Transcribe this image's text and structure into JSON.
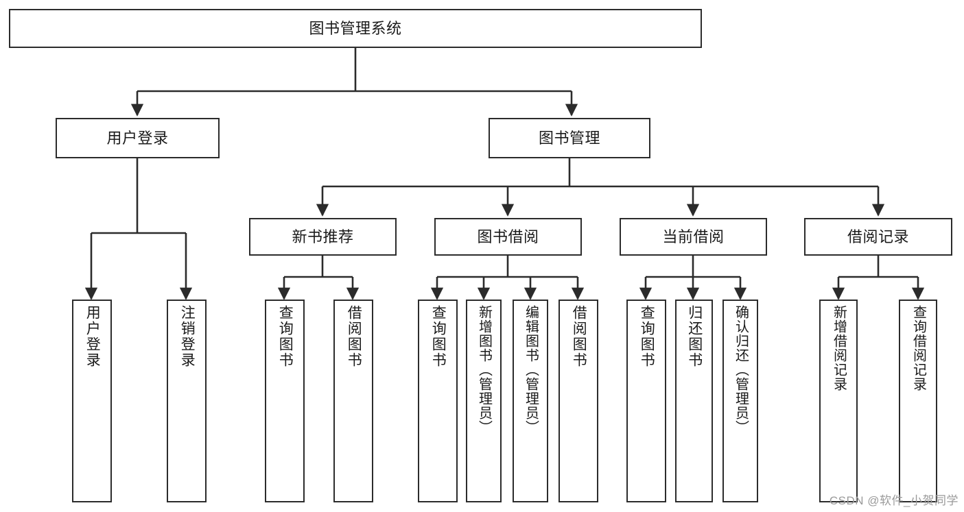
{
  "diagram": {
    "type": "tree",
    "orientation": "top-down",
    "root": {
      "label": "图书管理系统"
    },
    "level1": [
      {
        "label": "用户登录"
      },
      {
        "label": "图书管理"
      }
    ],
    "level2": [
      {
        "label": "新书推荐"
      },
      {
        "label": "图书借阅"
      },
      {
        "label": "当前借阅"
      },
      {
        "label": "借阅记录"
      }
    ],
    "leaves": {
      "user_login": [
        {
          "label": "用户登录"
        },
        {
          "label": "注销登录"
        }
      ],
      "new_book_recommend": [
        {
          "label": "查询图书"
        },
        {
          "label": "借阅图书"
        }
      ],
      "book_borrow": [
        {
          "label": "查询图书"
        },
        {
          "label": "新增图书（管理员）"
        },
        {
          "label": "编辑图书（管理员）"
        },
        {
          "label": "借阅图书"
        }
      ],
      "current_borrow": [
        {
          "label": "查询图书"
        },
        {
          "label": "归还图书"
        },
        {
          "label": "确认归还（管理员）"
        }
      ],
      "borrow_record": [
        {
          "label": "新增借阅记录"
        },
        {
          "label": "查询借阅记录"
        }
      ]
    }
  },
  "watermark": {
    "text": "CSDN @软件_小贺同学"
  },
  "colors": {
    "box_border": "#2b2b2b",
    "line": "#2b2b2b",
    "background": "#ffffff",
    "watermark": "#9a9a9a"
  }
}
